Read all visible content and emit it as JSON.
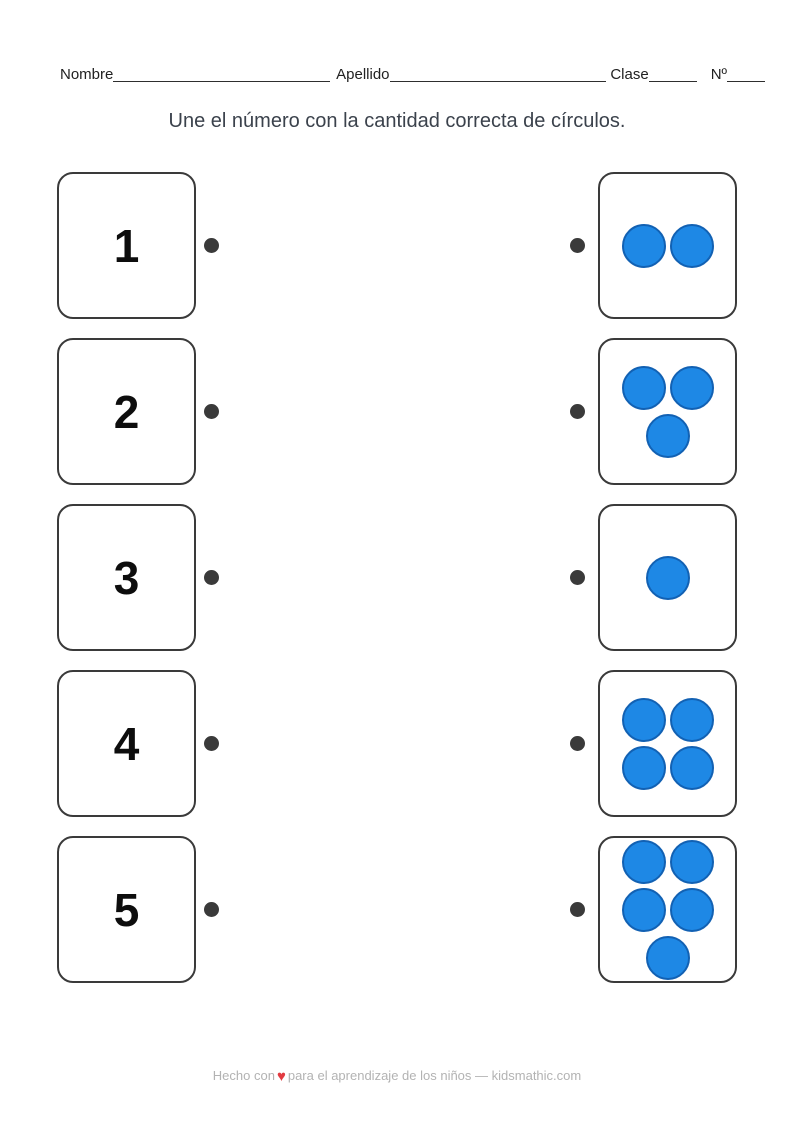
{
  "header": {
    "name_label": "Nombre",
    "surname_label": "Apellido",
    "class_label": "Clase",
    "number_label": "Nº"
  },
  "title": "Une el número con la cantidad correcta de círculos.",
  "matching": {
    "rows": [
      {
        "number": "1",
        "circle_count": 2,
        "circle_rows": [
          2
        ]
      },
      {
        "number": "2",
        "circle_count": 3,
        "circle_rows": [
          2,
          1
        ]
      },
      {
        "number": "3",
        "circle_count": 1,
        "circle_rows": [
          1
        ]
      },
      {
        "number": "4",
        "circle_count": 4,
        "circle_rows": [
          2,
          2
        ]
      },
      {
        "number": "5",
        "circle_count": 5,
        "circle_rows": [
          2,
          2,
          1
        ]
      }
    ]
  },
  "footer": {
    "made_with_label": "Hecho con",
    "heart_icon": "♥",
    "tagline": "para el aprendizaje de los niños — kidsmathic.com"
  },
  "colors": {
    "circle_fill": "#1e88e5",
    "circle_stroke": "#1261b3",
    "card_border": "#3a3a3a",
    "dot": "#3a3a3a",
    "title_text": "#3b424c",
    "header_text": "#212121",
    "footer_text": "#b3b3b3",
    "heart": "#e23b41"
  }
}
